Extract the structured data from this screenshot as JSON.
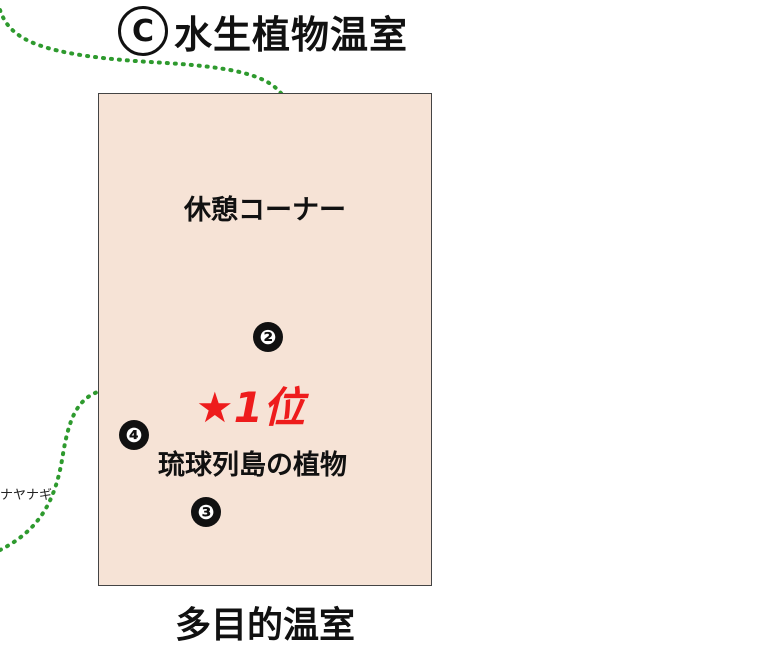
{
  "header": {
    "badge": "C",
    "title": "水生植物温室"
  },
  "room": {
    "rest_corner": "休憩コーナー",
    "rank": "★1位",
    "zone_label": "琉球列島の植物",
    "markers": [
      "❷",
      "❸",
      "❹"
    ]
  },
  "footer": {
    "title": "多目的温室"
  },
  "side_label": "ナヤナギ",
  "colors": {
    "room_fill": "#f6e3d6",
    "rank_red": "#ee1c1c",
    "path_green": "#2e9a2e"
  }
}
